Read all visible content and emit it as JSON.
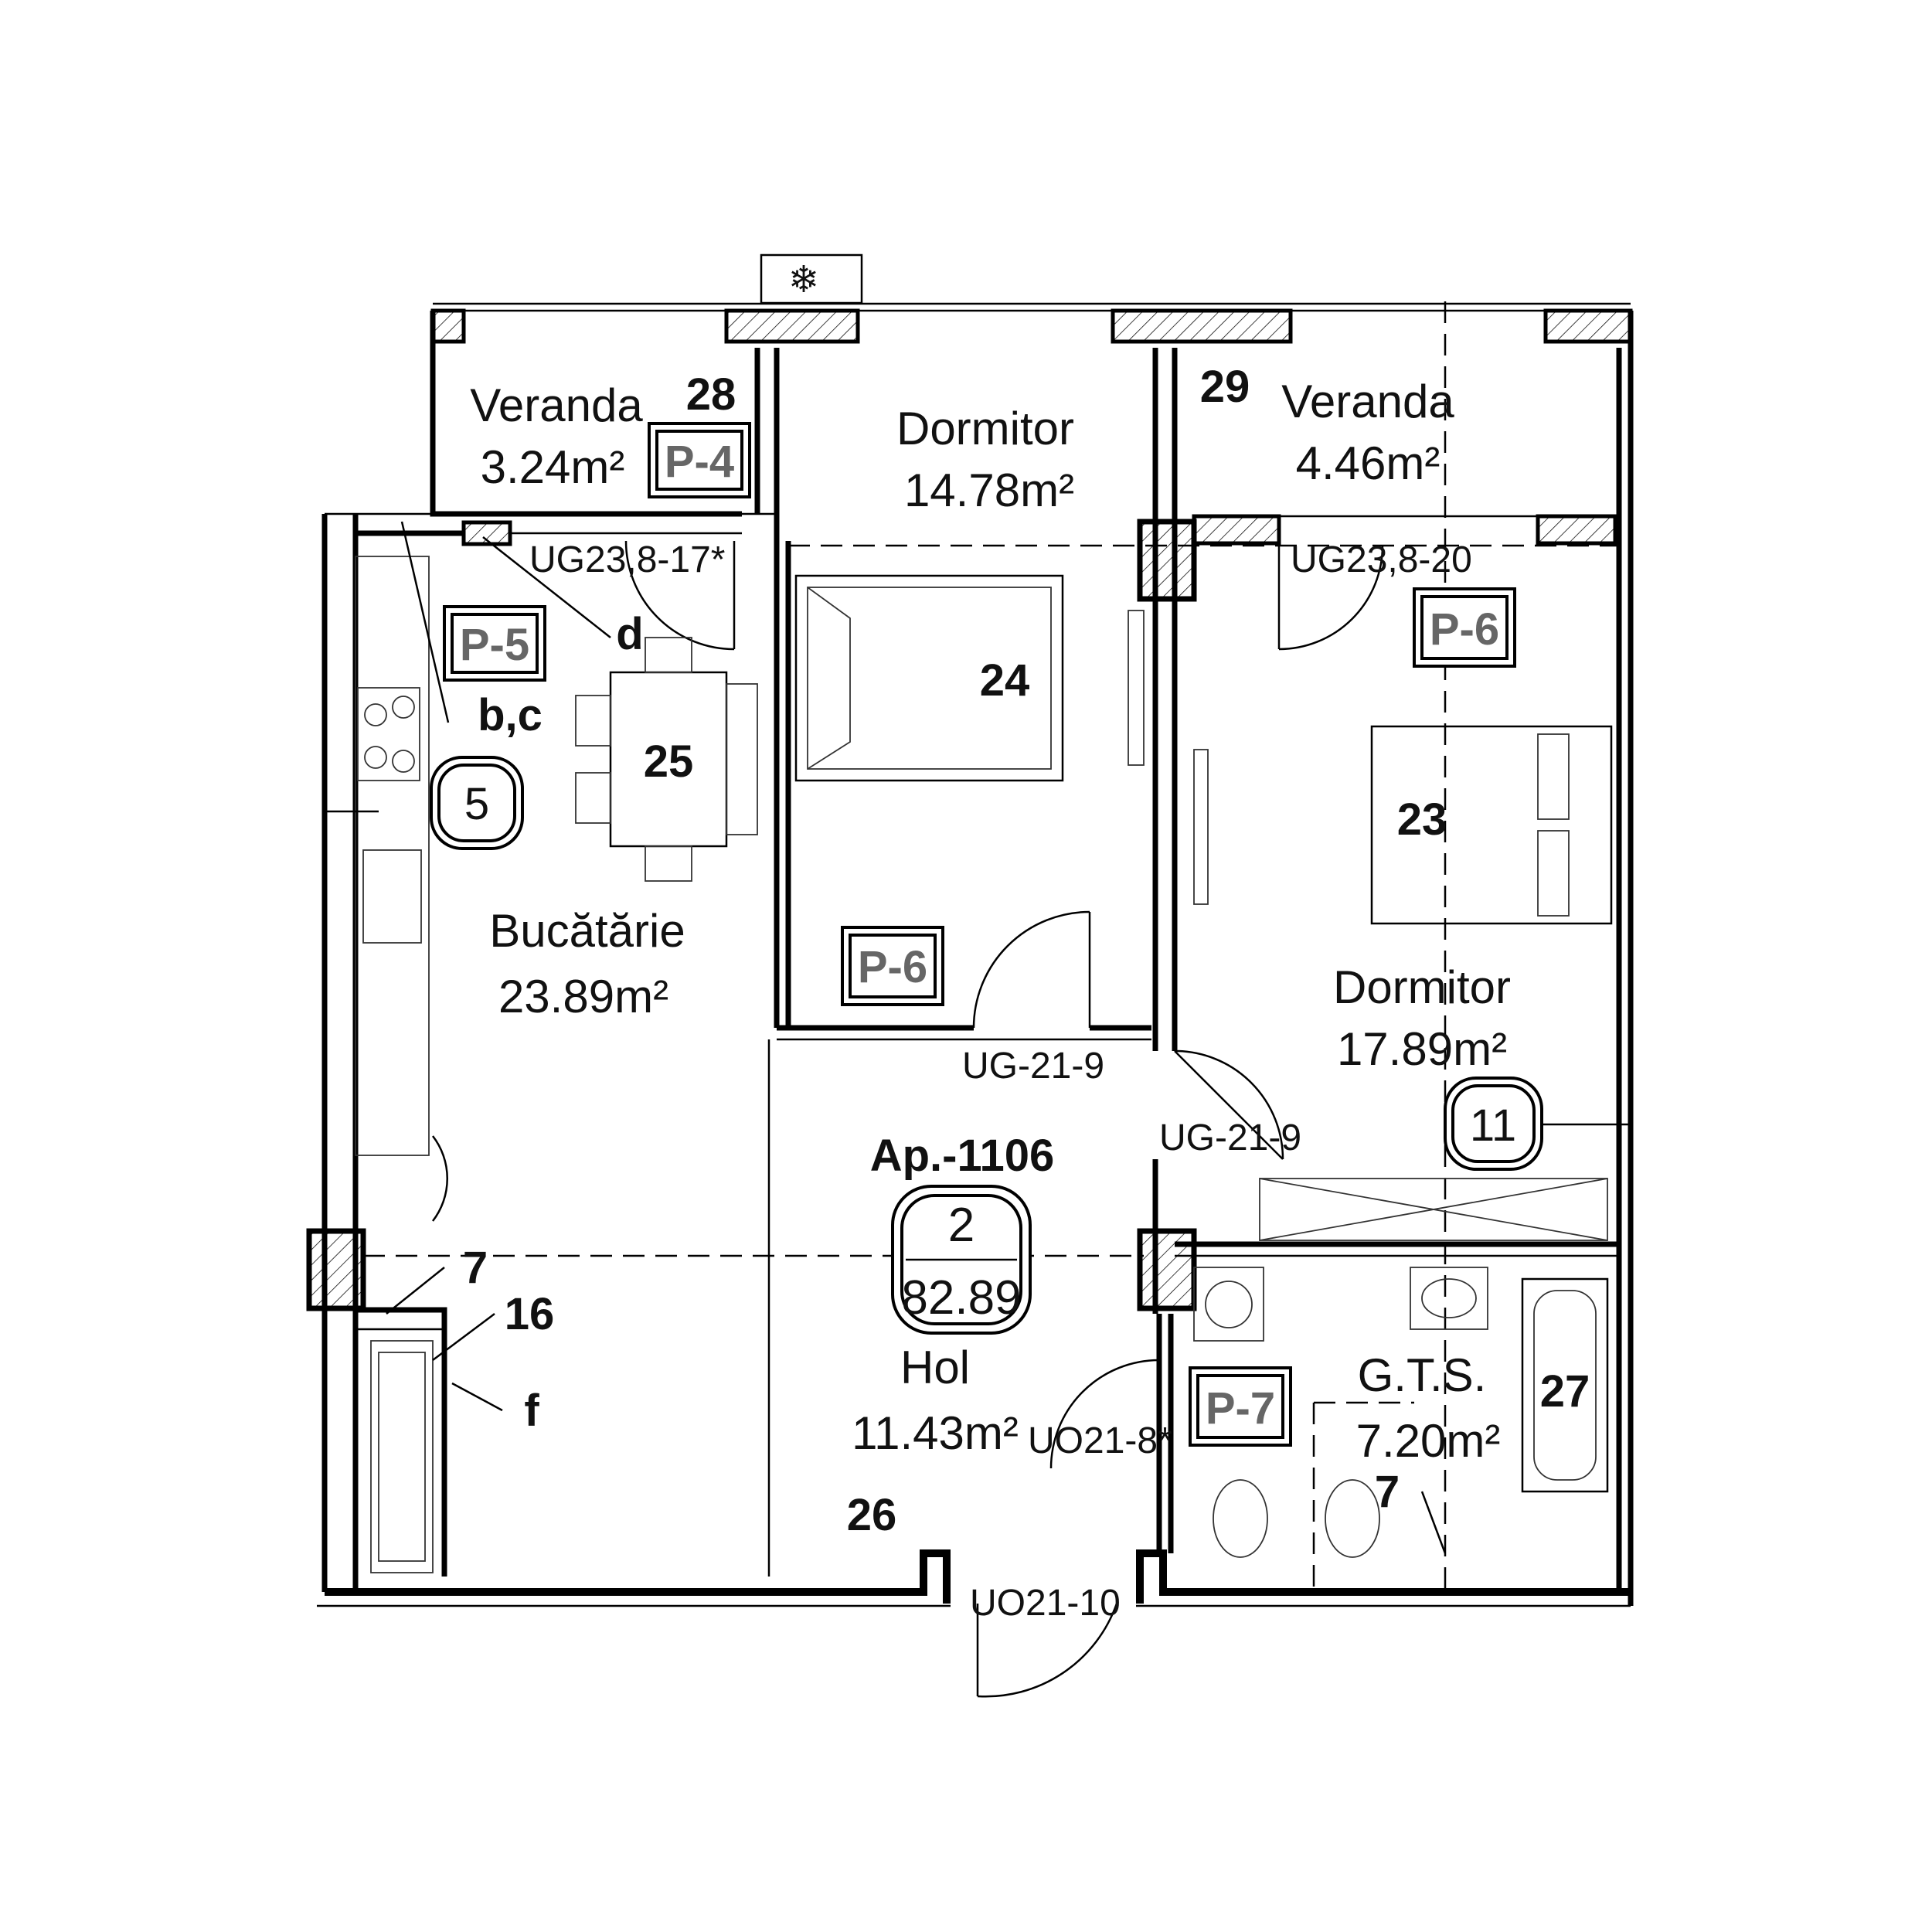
{
  "apartment": {
    "id_label": "Ap.-1106",
    "rooms_count": "2",
    "total_area": "82.89"
  },
  "rooms": {
    "veranda_left": {
      "name": "Veranda",
      "area": "3.24m²"
    },
    "dormitor_top": {
      "name": "Dormitor",
      "area": "14.78m²"
    },
    "veranda_right": {
      "name": "Veranda",
      "area": "4.46m²"
    },
    "bucatarie": {
      "name": "Bucătărie",
      "area": "23.89m²"
    },
    "dormitor_right": {
      "name": "Dormitor",
      "area": "17.89m²"
    },
    "hol": {
      "name": "Hol",
      "area": "11.43m²"
    },
    "gts": {
      "name": "G.T.S.",
      "area": "7.20m²"
    }
  },
  "tags": {
    "p4": "P-4",
    "p5": "P-5",
    "p6_center": "P-6",
    "p6_right": "P-6",
    "p7": "P-7"
  },
  "circles": {
    "c5": "5",
    "c11": "11"
  },
  "doors": {
    "ug23_17": "UG23,8-17*",
    "ug23_20": "UG23,8-20",
    "ug21_9_a": "UG-21-9",
    "ug21_9_b": "UG-21-9",
    "uo21_8": "UO21-8*",
    "uo21_10": "UO21-10"
  },
  "markers": {
    "m28": "28",
    "m29": "29",
    "m24": "24",
    "m25": "25",
    "m23": "23",
    "m27": "27",
    "m26": "26",
    "m16": "16",
    "m7a": "7",
    "m7b": "7",
    "d": "d",
    "bc": "b,c",
    "f": "f"
  }
}
